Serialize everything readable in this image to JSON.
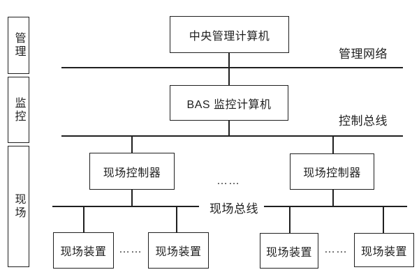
{
  "colors": {
    "line": "#1f1f1f",
    "bg": "#ffffff"
  },
  "sidebar": {
    "cells": [
      {
        "label": "管理"
      },
      {
        "label": "监控"
      },
      {
        "label": "现场"
      }
    ]
  },
  "nodes": {
    "central_computer": "中央管理计算机",
    "bas_computer": "BAS 监控计算机",
    "field_controller_left": "现场控制器",
    "field_controller_right": "现场控制器",
    "field_device_1": "现场装置",
    "field_device_2": "现场装置",
    "field_device_3": "现场装置",
    "field_device_4": "现场装置"
  },
  "buses": {
    "management_network": "管理网络",
    "control_bus": "控制总线",
    "field_bus": "现场总线"
  },
  "ellipsis": {
    "controllers": "……",
    "devices_left": "……",
    "devices_right": "……"
  }
}
